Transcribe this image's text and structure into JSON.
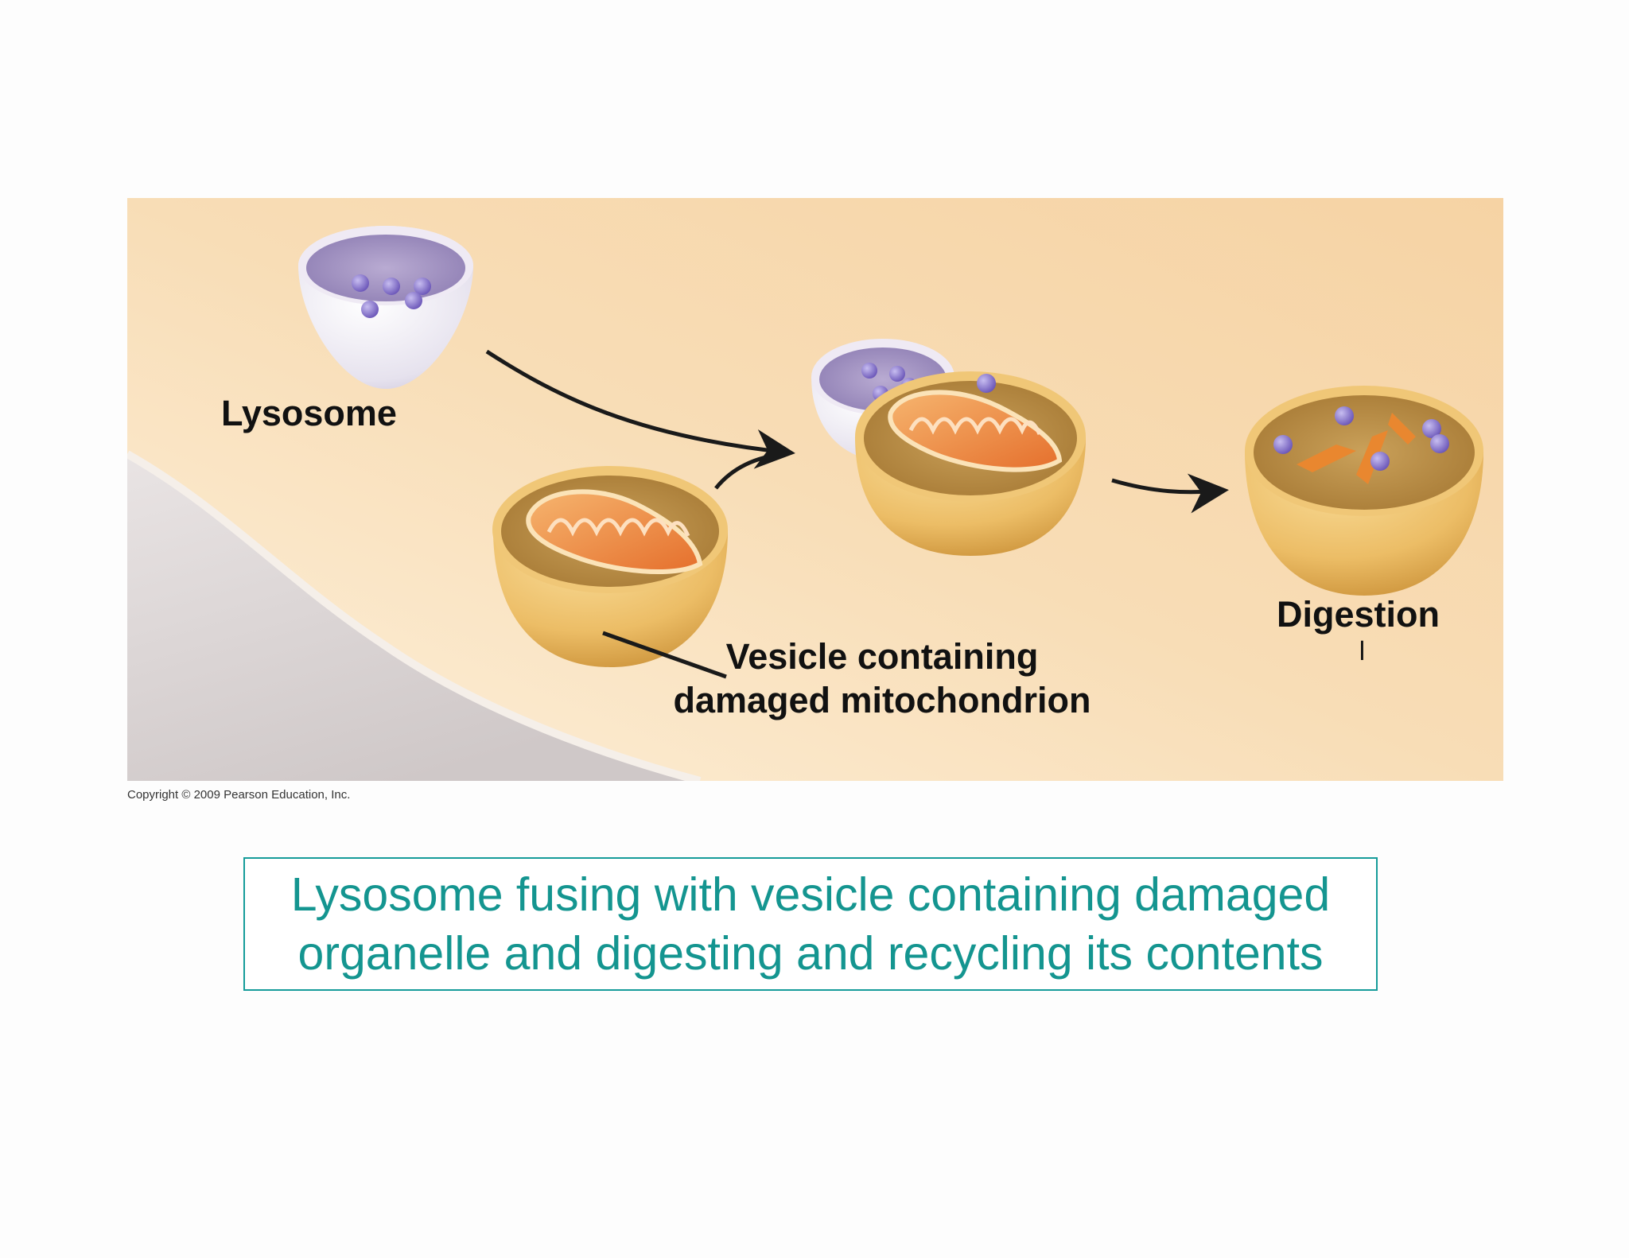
{
  "figure": {
    "labels": {
      "lysosome": "Lysosome",
      "vesicle_line1": "Vesicle containing",
      "vesicle_line2": "damaged mitochondrion",
      "digestion": "Digestion",
      "mark": "ا"
    },
    "copyright": "Copyright © 2009 Pearson Education, Inc."
  },
  "caption": {
    "line1": "Lysosome fusing with vesicle containing damaged",
    "line2": "organelle and digesting and recycling its contents"
  },
  "colors": {
    "background_peach": "#f8dcb0",
    "membrane_gray": "#dcd6d6",
    "vesicle_gold": "#e6b45a",
    "lysosome_purple": "#a99ac4",
    "enzyme_purple": "#7d6bc0",
    "mitochondrion_orange": "#f08a3a",
    "caption_teal": "#149590"
  }
}
